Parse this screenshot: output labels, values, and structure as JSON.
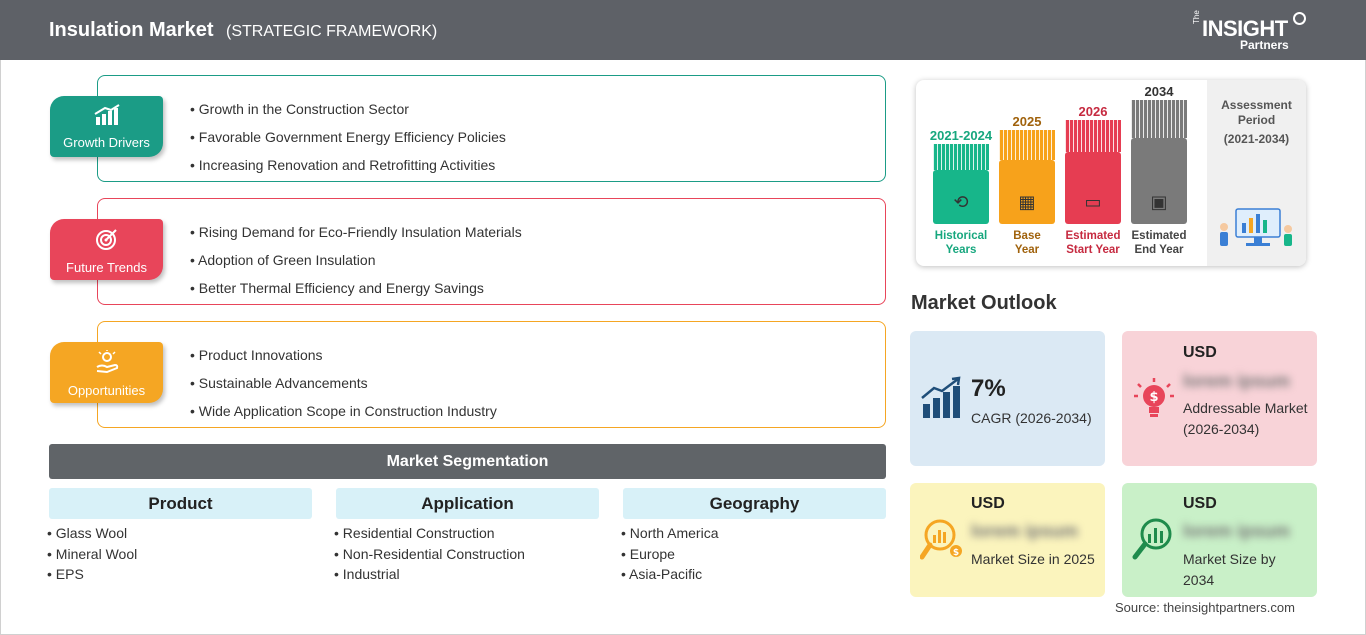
{
  "header": {
    "title": "Insulation Market",
    "subtitle": "(STRATEGIC FRAMEWORK)",
    "logo": {
      "the": "The",
      "insight": "INSIGHT",
      "partners": "Partners"
    }
  },
  "colors": {
    "drivers": "#1b9c86",
    "trends": "#e8455a",
    "opportunities": "#f5a623",
    "header": "#5e6167"
  },
  "framework": [
    {
      "badge": "Growth Drivers",
      "icon": "chart-up-icon",
      "color": "#1b9c86",
      "points": [
        "Growth in the Construction Sector",
        "Favorable Government Energy Efficiency Policies",
        "Increasing Renovation and Retrofitting Activities"
      ]
    },
    {
      "badge": "Future Trends",
      "icon": "target-icon",
      "color": "#e8455a",
      "points": [
        "Rising Demand for Eco-Friendly Insulation Materials",
        "Adoption of Green Insulation",
        "Better Thermal Efficiency and Energy Savings"
      ]
    },
    {
      "badge": "Opportunities",
      "icon": "hand-lightbulb-icon",
      "color": "#f5a623",
      "points": [
        "Product Innovations",
        "Sustainable Advancements",
        "Wide Application Scope in Construction Industry"
      ]
    }
  ],
  "segmentation": {
    "title": "Market Segmentation",
    "columns": [
      {
        "head": "Product",
        "items": [
          "Glass Wool",
          "Mineral Wool",
          "EPS"
        ]
      },
      {
        "head": "Application",
        "items": [
          "Residential Construction",
          "Non-Residential Construction",
          "Industrial"
        ]
      },
      {
        "head": "Geography",
        "items": [
          "North America",
          "Europe",
          "Asia-Pacific"
        ]
      }
    ]
  },
  "timeline": {
    "columns": [
      {
        "year": "2021-2024",
        "caption1": "Historical",
        "caption2": "Years",
        "color": "#17b68a",
        "icon": "history-icon"
      },
      {
        "year": "2025",
        "caption1": "Base",
        "caption2": "Year",
        "color": "#f7a21b",
        "icon": "calendar-icon"
      },
      {
        "year": "2026",
        "caption1": "Estimated",
        "caption2": "Start Year",
        "color": "#e63d52",
        "icon": "presentation-icon"
      },
      {
        "year": "2034",
        "caption1": "Estimated",
        "caption2": "End Year",
        "color": "#7a7a7a",
        "icon": "monitor-chart-icon"
      }
    ],
    "assessment_line1": "Assessment",
    "assessment_line2": "Period",
    "assessment_range": "(2021-2034)"
  },
  "outlook": {
    "title": "Market Outlook",
    "cagr": {
      "value": "7%",
      "label": "CAGR (2026-2034)",
      "icon": "growth-bars-icon",
      "bg": "#dbe9f4"
    },
    "addressable": {
      "usd": "USD",
      "amount": "lorem ipsum",
      "label": "Addressable Market (2026-2034)",
      "icon": "lightbulb-dollar-icon",
      "bg": "#f8d3d8"
    },
    "size_2025": {
      "usd": "USD",
      "amount": "lorem ipsum",
      "label": "Market Size in 2025",
      "icon": "magnifier-chart-icon",
      "bg": "#fbf4bd"
    },
    "size_2034": {
      "usd": "USD",
      "amount": "lorem ipsum",
      "label": "Market Size by 2034",
      "icon": "magnifier-bars-icon",
      "bg": "#c9f0c8"
    }
  },
  "source": "Source: theinsightpartners.com"
}
